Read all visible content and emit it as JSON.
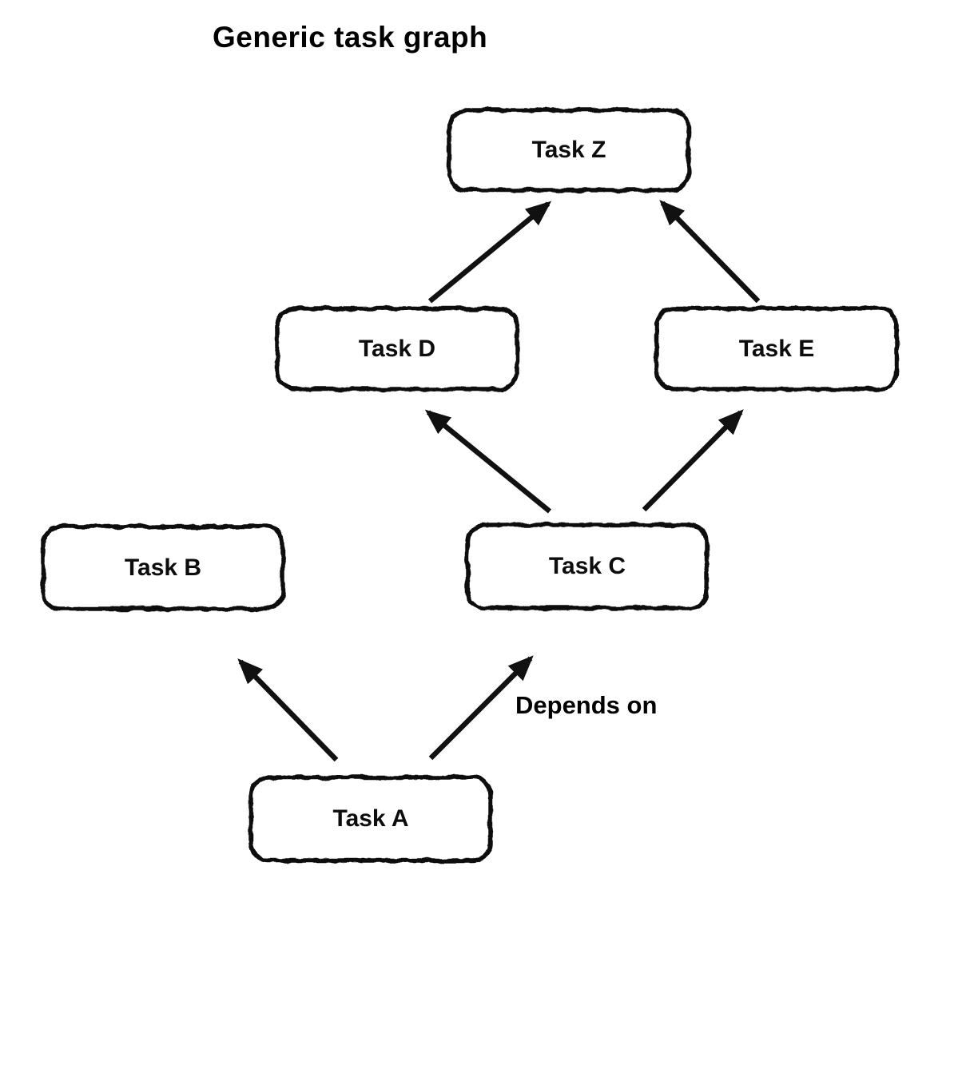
{
  "title": "Generic task graph",
  "edge_label": "Depends on",
  "colors": {
    "background": "#ffffff",
    "node_fill": "#ffffff",
    "node_border": "#111111",
    "arrow": "#111111",
    "text": "#000000"
  },
  "nodes": [
    {
      "id": "task-z",
      "label": "Task Z"
    },
    {
      "id": "task-d",
      "label": "Task D"
    },
    {
      "id": "task-e",
      "label": "Task E"
    },
    {
      "id": "task-b",
      "label": "Task B"
    },
    {
      "id": "task-c",
      "label": "Task C"
    },
    {
      "id": "task-a",
      "label": "Task A"
    }
  ],
  "edges": [
    {
      "from": "Task A",
      "to": "Task B",
      "relation": "depends on"
    },
    {
      "from": "Task A",
      "to": "Task C",
      "relation": "depends on"
    },
    {
      "from": "Task C",
      "to": "Task D",
      "relation": "depends on"
    },
    {
      "from": "Task C",
      "to": "Task E",
      "relation": "depends on"
    },
    {
      "from": "Task D",
      "to": "Task Z",
      "relation": "depends on"
    },
    {
      "from": "Task E",
      "to": "Task Z",
      "relation": "depends on"
    }
  ]
}
